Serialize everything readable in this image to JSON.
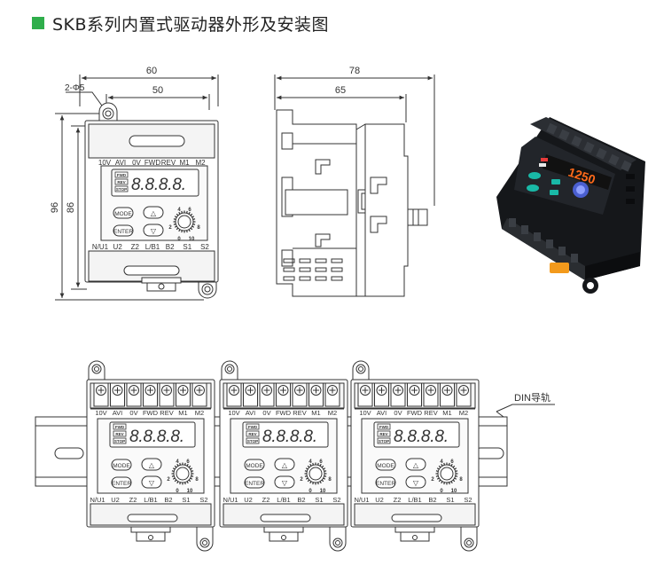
{
  "title": "SKB系列内置式驱动器外形及安装图",
  "colors": {
    "title_square": "#2fae4b",
    "line": "#333333",
    "panel": "#f4f4f4",
    "photo_body": "#1d1f22",
    "photo_display": "#ff6a1a",
    "photo_button": "#19b9a7"
  },
  "front_view": {
    "dim_width_outer": "60",
    "dim_width_inner": "50",
    "dim_height_outer": "96",
    "dim_height_inner": "86",
    "hole_label": "2-Φ5"
  },
  "side_view": {
    "dim_depth_outer": "78",
    "dim_depth_inner": "65"
  },
  "terminals_top": [
    "10V",
    "AVI",
    "0V",
    "FWD",
    "REV",
    "M1",
    "M2"
  ],
  "terminals_bottom": [
    "N/U1",
    "U2",
    "Z2",
    "L/B1",
    "B2",
    "S1",
    "S2"
  ],
  "indicators": [
    "FWD",
    "REV",
    "STOP"
  ],
  "buttons": {
    "mode": "MODE",
    "enter": "ENTER",
    "up": "△",
    "down": "▽"
  },
  "display_digits": "8.8.8.8.",
  "knob_scale": [
    "0",
    "2",
    "4",
    "6",
    "8",
    "10"
  ],
  "photo_display": "1250",
  "din_rail_label": "DIN导轨"
}
